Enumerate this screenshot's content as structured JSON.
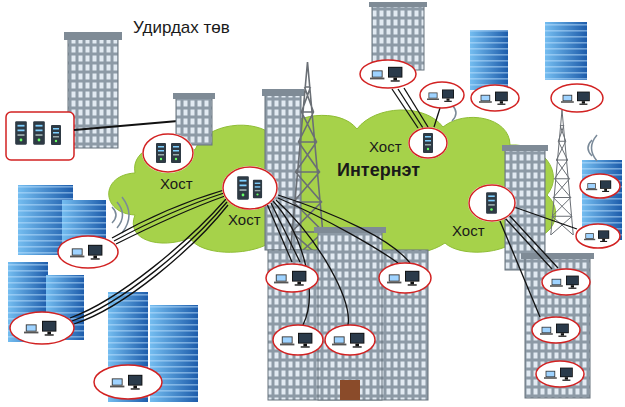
{
  "diagram": {
    "nodes": [
      {
        "text": [
          "Интернэт"
        ]
      },
      {
        "text": [
          "Хост"
        ],
        "in": 0
      },
      {
        "text": [
          "Хост"
        ],
        "in": 0
      },
      {
        "text": [
          "Хост"
        ],
        "in": 0
      },
      {
        "text": [
          "Хост"
        ],
        "in": 0
      }
    ],
    "labels": [
      "Удирдах төв"
    ]
  }
}
